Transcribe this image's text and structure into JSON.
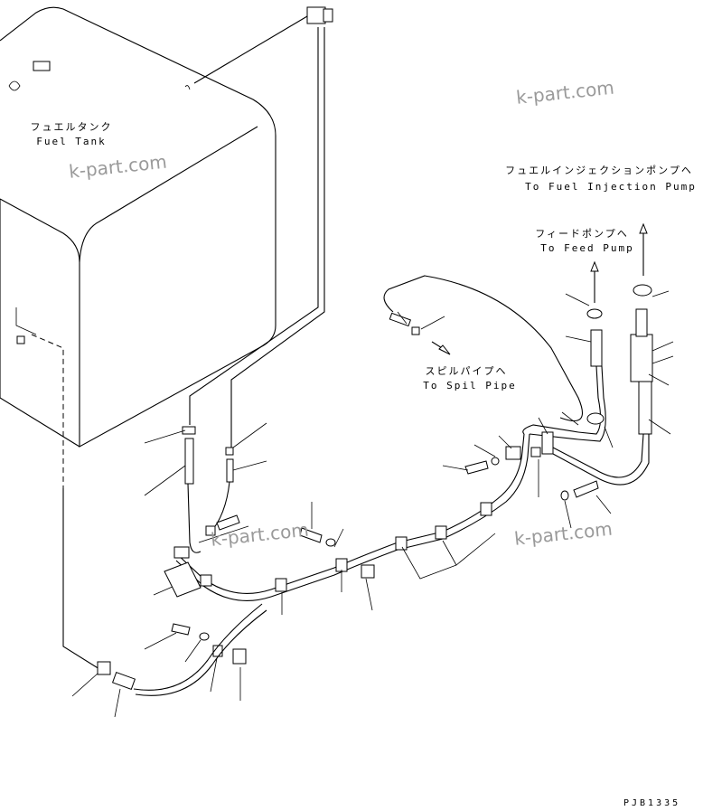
{
  "labels": {
    "fuel_tank_jp": "フュエルタンク",
    "fuel_tank_en": "Fuel Tank",
    "injection_pump_jp": "フュエルインジェクションポンプヘ",
    "injection_pump_en": "To Fuel Injection Pump",
    "feed_pump_jp": "フィードポンプヘ",
    "feed_pump_en": "To Feed Pump",
    "spill_pipe_jp": "スピルパイプヘ",
    "spill_pipe_en": "To Spil Pipe"
  },
  "watermarks": [
    "k-part.com",
    "k-part.com",
    "k-part.com",
    "k-part.com"
  ],
  "drawing_code": "PJB1335"
}
